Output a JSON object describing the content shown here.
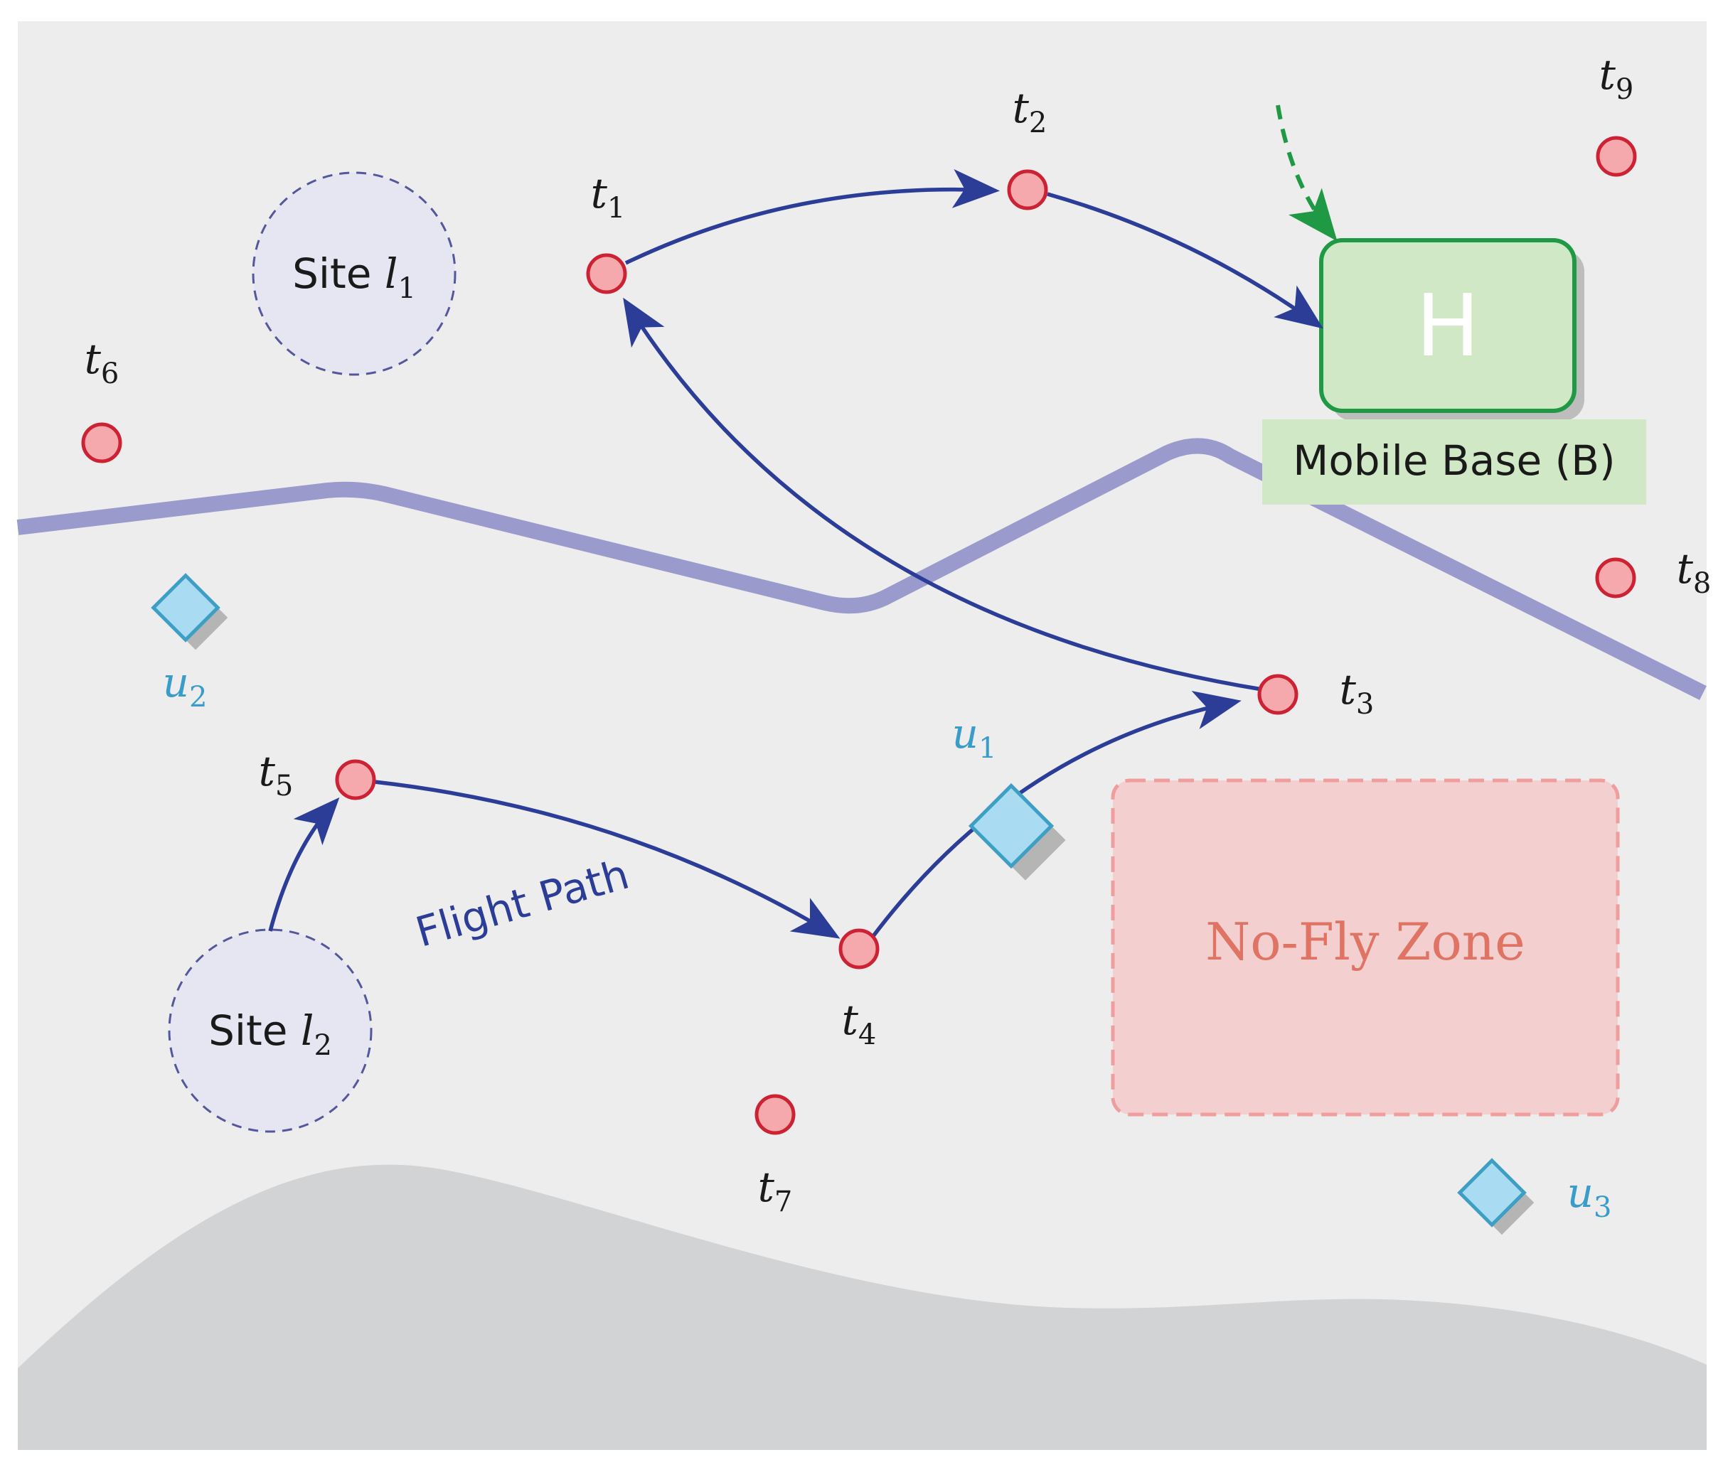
{
  "targets": [
    {
      "id": "t1",
      "letter": "t",
      "sub": "1"
    },
    {
      "id": "t2",
      "letter": "t",
      "sub": "2"
    },
    {
      "id": "t3",
      "letter": "t",
      "sub": "3"
    },
    {
      "id": "t4",
      "letter": "t",
      "sub": "4"
    },
    {
      "id": "t5",
      "letter": "t",
      "sub": "5"
    },
    {
      "id": "t6",
      "letter": "t",
      "sub": "6"
    },
    {
      "id": "t7",
      "letter": "t",
      "sub": "7"
    },
    {
      "id": "t8",
      "letter": "t",
      "sub": "8"
    },
    {
      "id": "t9",
      "letter": "t",
      "sub": "9"
    }
  ],
  "uavs": [
    {
      "id": "u1",
      "letter": "u",
      "sub": "1"
    },
    {
      "id": "u2",
      "letter": "u",
      "sub": "2"
    },
    {
      "id": "u3",
      "letter": "u",
      "sub": "3"
    }
  ],
  "sites": [
    {
      "id": "l1",
      "prefix": "Site ",
      "letter": "l",
      "sub": "1"
    },
    {
      "id": "l2",
      "prefix": "Site ",
      "letter": "l",
      "sub": "2"
    }
  ],
  "mobile_base": {
    "symbol": "H",
    "label": "Mobile Base (B)"
  },
  "no_fly_zone": {
    "label": "No-Fly Zone"
  },
  "flight_path": {
    "label": "Flight Path"
  },
  "colors": {
    "background": "#ededed",
    "terrain": "#d2d3d5",
    "road": "#9a9acc",
    "path": "#2b3d97",
    "target_fill": "#f6a9ad",
    "target_stroke": "#cc2233",
    "uav_fill": "#a9dcf2",
    "uav_stroke": "#3d9fc3",
    "uav_text": "#3a9cc8",
    "base_fill": "#d0e8c6",
    "base_stroke": "#1f9944",
    "nofly_fill": "#f3cfcf",
    "nofly_stroke": "#ef9d9d",
    "nofly_text": "#e07464",
    "site_fill": "#e6e6f3",
    "site_stroke": "#54579c",
    "approach_arrow": "#1f9944"
  }
}
